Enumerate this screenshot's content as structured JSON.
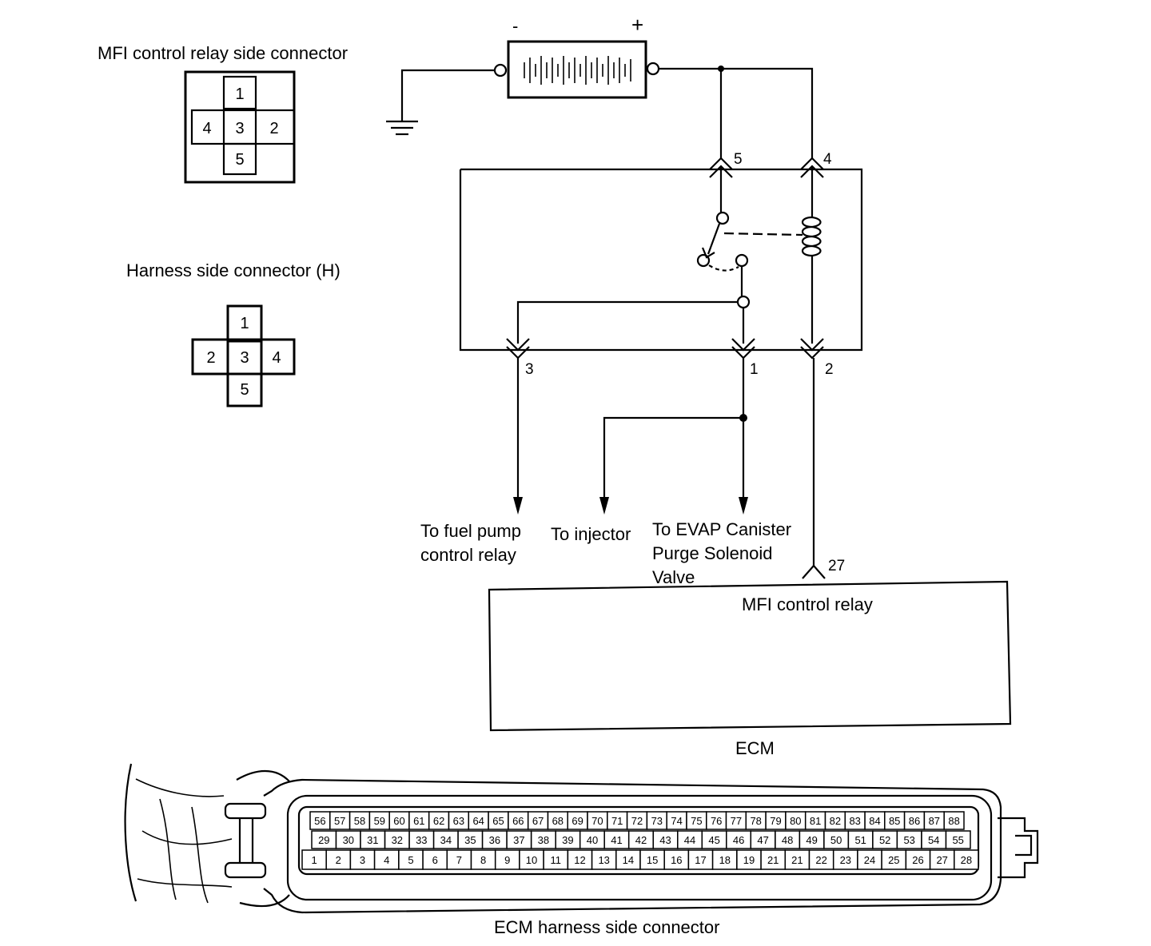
{
  "labels": {
    "relay_side_connector": "MFI control relay side connector",
    "harness_side_connector": "Harness side connector (H)",
    "to_fuel_pump_line1": "To fuel pump",
    "to_fuel_pump_line2": "control relay",
    "to_injector": "To injector",
    "to_evap_line1": "To EVAP Canister",
    "to_evap_line2": "Purge Solenoid",
    "to_evap_line3": "Valve",
    "ecm_inner": "MFI control relay",
    "ecm": "ECM",
    "ecm_harness_connector": "ECM harness side connector",
    "battery_minus": "-",
    "battery_plus": "+"
  },
  "relay_connector_pins": {
    "top": "1",
    "left": "4",
    "center": "3",
    "right": "2",
    "bottom": "5"
  },
  "harness_connector_pins": {
    "top": "1",
    "left": "2",
    "center": "3",
    "right": "4",
    "bottom": "5"
  },
  "terminal_numbers": {
    "t5": "5",
    "t4": "4",
    "t3": "3",
    "t1": "1",
    "t2": "2",
    "t27": "27"
  },
  "ecm_connector": {
    "row1": [
      "56",
      "57",
      "58",
      "59",
      "60",
      "61",
      "62",
      "63",
      "64",
      "65",
      "66",
      "67",
      "68",
      "69",
      "70",
      "71",
      "72",
      "73",
      "74",
      "75",
      "76",
      "77",
      "78",
      "79",
      "80",
      "81",
      "82",
      "83",
      "84",
      "85",
      "86",
      "87",
      "88"
    ],
    "row2": [
      "29",
      "30",
      "31",
      "32",
      "33",
      "34",
      "35",
      "36",
      "37",
      "38",
      "39",
      "40",
      "41",
      "42",
      "43",
      "44",
      "45",
      "46",
      "47",
      "48",
      "49",
      "50",
      "51",
      "52",
      "53",
      "54",
      "55"
    ],
    "row3": [
      "1",
      "2",
      "3",
      "4",
      "5",
      "6",
      "7",
      "8",
      "9",
      "10",
      "11",
      "12",
      "13",
      "14",
      "15",
      "16",
      "17",
      "18",
      "19",
      "21",
      "21",
      "22",
      "23",
      "24",
      "25",
      "26",
      "27",
      "28"
    ]
  }
}
